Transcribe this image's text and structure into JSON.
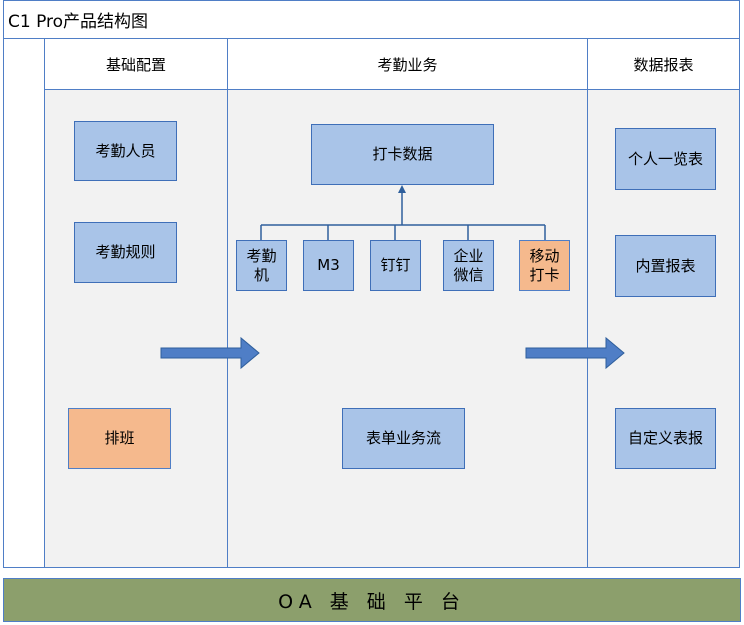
{
  "title": "C1 Pro产品结构图",
  "lanes": {
    "config": {
      "header": "基础配置"
    },
    "attendance": {
      "header": "考勤业务"
    },
    "reports": {
      "header": "数据报表"
    }
  },
  "config_items": {
    "staff": "考勤人员",
    "rules": "考勤规则",
    "shift": "排班"
  },
  "attendance_items": {
    "punch_data": "打卡数据",
    "sources": {
      "machine_line1": "考勤",
      "machine_line2": "机",
      "m3": "M3",
      "dingtalk": "钉钉",
      "wecom_line1": "企业",
      "wecom_line2": "微信",
      "mobile_line1": "移动",
      "mobile_line2": "打卡"
    },
    "workflow": "表单业务流"
  },
  "report_items": {
    "personal": "个人一览表",
    "builtin": "内置报表",
    "custom": "自定义表报"
  },
  "platform": "OA 基 础 平 台",
  "colors": {
    "box_fill": "#a9c4e8",
    "box_border": "#3f6fb8",
    "highlight_fill": "#f5b98d",
    "lane_body": "#f2f2f2",
    "platform_fill": "#8c9f6c",
    "arrow_fill": "#4f7ec6"
  }
}
